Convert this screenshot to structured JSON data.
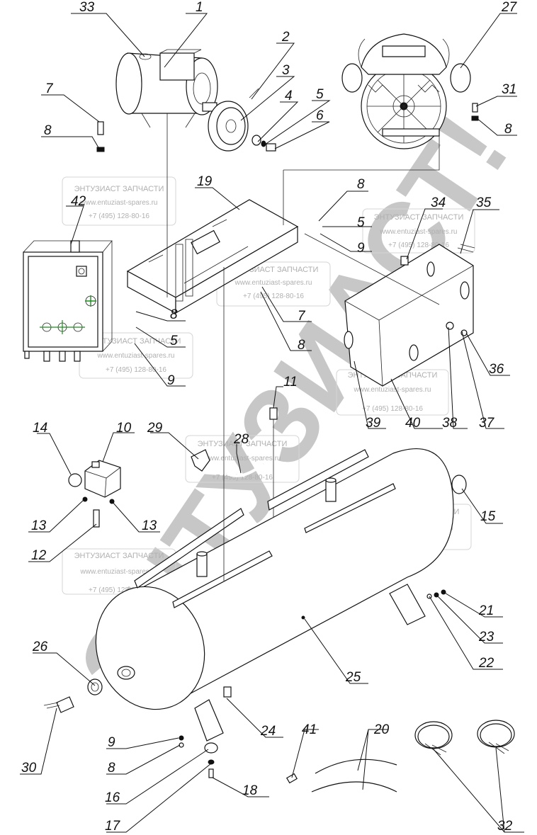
{
  "watermark": {
    "brand_text": "ЭНТУЗИАСТ!",
    "company": "ЭНТУЗИАСТ ЗАПЧАСТИ",
    "website": "www.entuziast-spares.ru",
    "phone": "+7 (495) 128-80-16"
  },
  "callouts": [
    {
      "id": "c1",
      "number": "1"
    },
    {
      "id": "c2",
      "number": "2"
    },
    {
      "id": "c3",
      "number": "3"
    },
    {
      "id": "c4",
      "number": "4"
    },
    {
      "id": "c5a",
      "number": "5"
    },
    {
      "id": "c6",
      "number": "6"
    },
    {
      "id": "c7a",
      "number": "7"
    },
    {
      "id": "c8a",
      "number": "8"
    },
    {
      "id": "c33",
      "number": "33"
    },
    {
      "id": "c27",
      "number": "27"
    },
    {
      "id": "c31",
      "number": "31"
    },
    {
      "id": "c8b",
      "number": "8"
    },
    {
      "id": "c19",
      "number": "19"
    },
    {
      "id": "c8c",
      "number": "8"
    },
    {
      "id": "c5b",
      "number": "5"
    },
    {
      "id": "c9a",
      "number": "9"
    },
    {
      "id": "c34",
      "number": "34"
    },
    {
      "id": "c35",
      "number": "35"
    },
    {
      "id": "c42",
      "number": "42"
    },
    {
      "id": "c7b",
      "number": "7"
    },
    {
      "id": "c8d",
      "number": "8"
    },
    {
      "id": "c8e",
      "number": "8"
    },
    {
      "id": "c5c",
      "number": "5"
    },
    {
      "id": "c9b",
      "number": "9"
    },
    {
      "id": "c36",
      "number": "36"
    },
    {
      "id": "c11",
      "number": "11"
    },
    {
      "id": "c39",
      "number": "39"
    },
    {
      "id": "c40",
      "number": "40"
    },
    {
      "id": "c38",
      "number": "38"
    },
    {
      "id": "c37",
      "number": "37"
    },
    {
      "id": "c14",
      "number": "14"
    },
    {
      "id": "c10",
      "number": "10"
    },
    {
      "id": "c29",
      "number": "29"
    },
    {
      "id": "c28",
      "number": "28"
    },
    {
      "id": "c15",
      "number": "15"
    },
    {
      "id": "c13a",
      "number": "13"
    },
    {
      "id": "c13b",
      "number": "13"
    },
    {
      "id": "c12",
      "number": "12"
    },
    {
      "id": "c21",
      "number": "21"
    },
    {
      "id": "c23",
      "number": "23"
    },
    {
      "id": "c22",
      "number": "22"
    },
    {
      "id": "c26",
      "number": "26"
    },
    {
      "id": "c25",
      "number": "25"
    },
    {
      "id": "c24",
      "number": "24"
    },
    {
      "id": "c20",
      "number": "20"
    },
    {
      "id": "c41",
      "number": "41"
    },
    {
      "id": "c30",
      "number": "30"
    },
    {
      "id": "c9c",
      "number": "9"
    },
    {
      "id": "c8f",
      "number": "8"
    },
    {
      "id": "c16",
      "number": "16"
    },
    {
      "id": "c18",
      "number": "18"
    },
    {
      "id": "c17",
      "number": "17"
    },
    {
      "id": "c32",
      "number": "32"
    }
  ]
}
